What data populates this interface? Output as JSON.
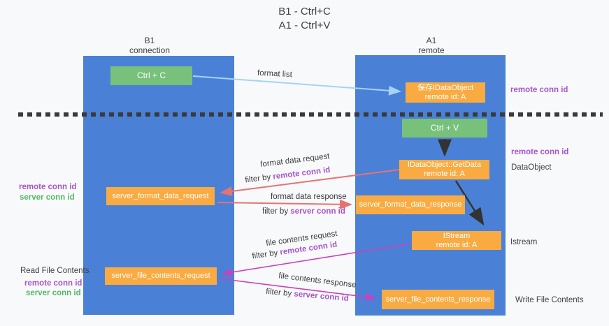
{
  "title": {
    "line1": "B1 - Ctrl+C",
    "line2": "A1 - Ctrl+V"
  },
  "columns": {
    "left": {
      "name": "B1",
      "role": "connection"
    },
    "right": {
      "name": "A1",
      "role": "remote"
    }
  },
  "nodes": {
    "ctrl_c": {
      "label": "Ctrl + C"
    },
    "ctrl_v": {
      "label": "Ctrl + V"
    },
    "save_dataobject": {
      "line1": "保存IDataObject",
      "line2": "remote id: A"
    },
    "getdata": {
      "line1": "IDataObject::GetData",
      "line2": "remote id: A"
    },
    "istream": {
      "line1": "IStream",
      "line2": "remote id: A"
    },
    "format_request": {
      "label": "server_format_data_request"
    },
    "format_response": {
      "label": "server_format_data_response"
    },
    "file_request": {
      "label": "server_file_contents_request"
    },
    "file_response": {
      "label": "server_file_contents_response"
    }
  },
  "flow_labels": {
    "format_list": "format list",
    "format_data_request": "format data request",
    "format_data_response": "format data response",
    "file_contents_request": "file contents request",
    "file_contents_response": "file contents response",
    "filter_by": "filter by",
    "remote_conn_id": "remote conn id",
    "server_conn_id": "server conn id"
  },
  "side_labels": {
    "right_top_remote": "remote conn id",
    "right_mid_remote": "remote conn id",
    "dataobject": "DataObject",
    "istream": "Istream",
    "write_file": "Write File Contents",
    "read_file": "Read File Contents",
    "left_mid_remote": "remote conn id",
    "left_mid_server": "server conn id",
    "left_bottom_remote": "remote conn id",
    "left_bottom_server": "server conn id"
  },
  "colors": {
    "column_blue": "#4a81d6",
    "node_orange": "#f9ab42",
    "node_green": "#77c17b",
    "arrow_red": "#e87272",
    "arrow_magenta": "#cc3fbe",
    "arrow_light_blue": "#a5d3f3",
    "arrow_black": "#333333",
    "text_purple": "#a855cc",
    "text_green": "#56b767"
  }
}
